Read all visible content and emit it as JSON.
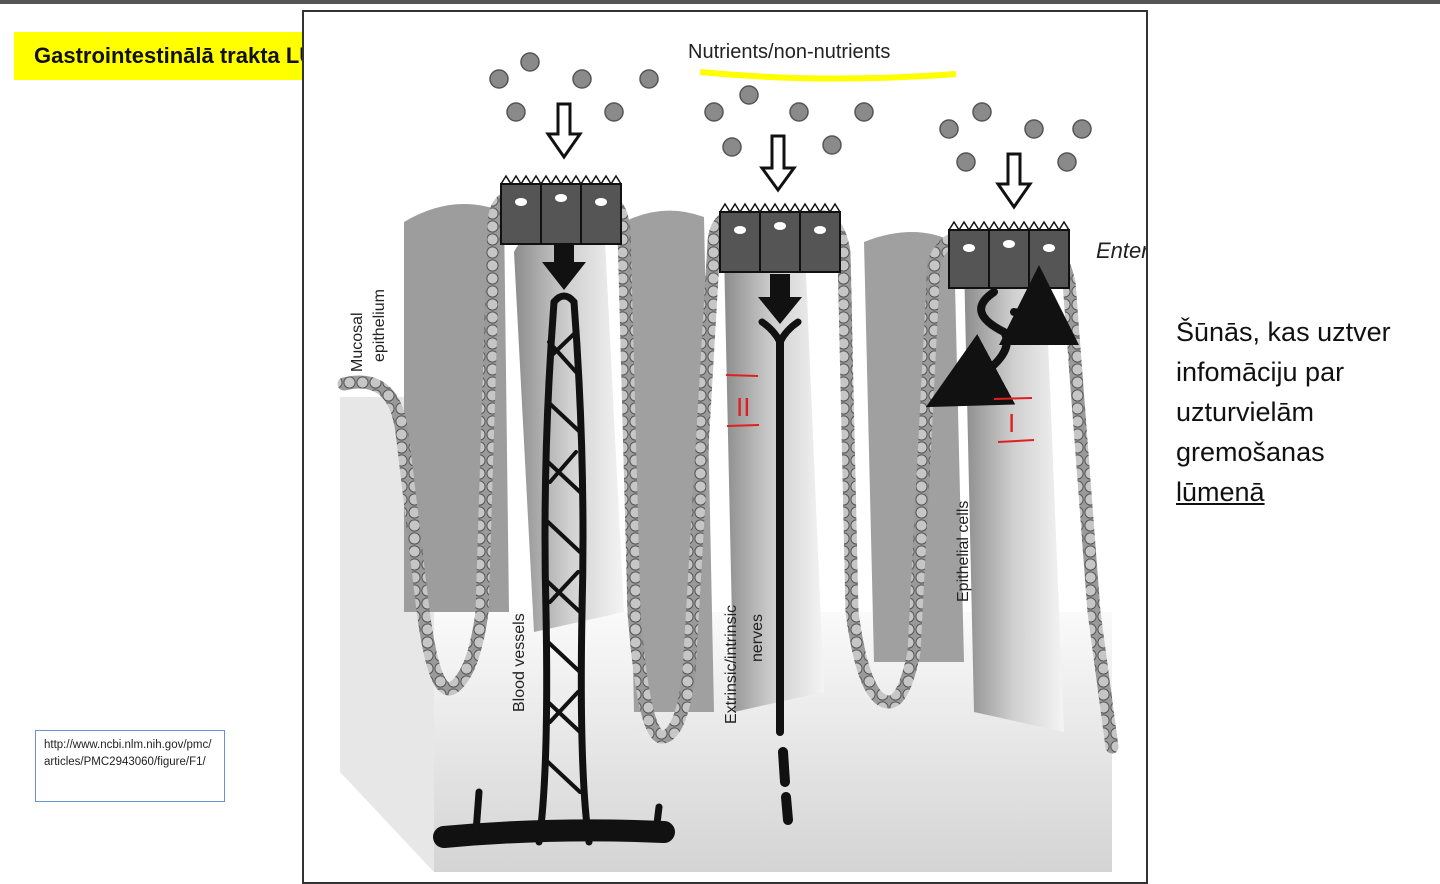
{
  "title": "Gastrointestinālā trakta LŪMENS",
  "figure": {
    "nutrients_label": "Nutrients/non-nutrients",
    "entero_label": "Entero-endocrine cells",
    "mucosal_label_1": "Mucosal",
    "mucosal_label_2": "epithelium",
    "blood_label": "Blood vessels",
    "nerves_label_1": "Extrinsic/intrinsic",
    "nerves_label_2": "nerves",
    "epithelial_label": "Epithelial cells",
    "mark_2": "II",
    "mark_1": "I"
  },
  "note": {
    "line1": "Šūnās, kas uztver",
    "line2": "infomāciju par",
    "line3": "uzturvielām",
    "line4": "gremošanas",
    "line5": "lūmenā"
  },
  "source_url": "http://www.ncbi.nlm.nih.gov/pmc/articles/PMC2943060/figure/F1/",
  "colors": {
    "highlight": "#ffff00",
    "annotation_red": "#e02020",
    "url_border": "#6b8fd6"
  }
}
